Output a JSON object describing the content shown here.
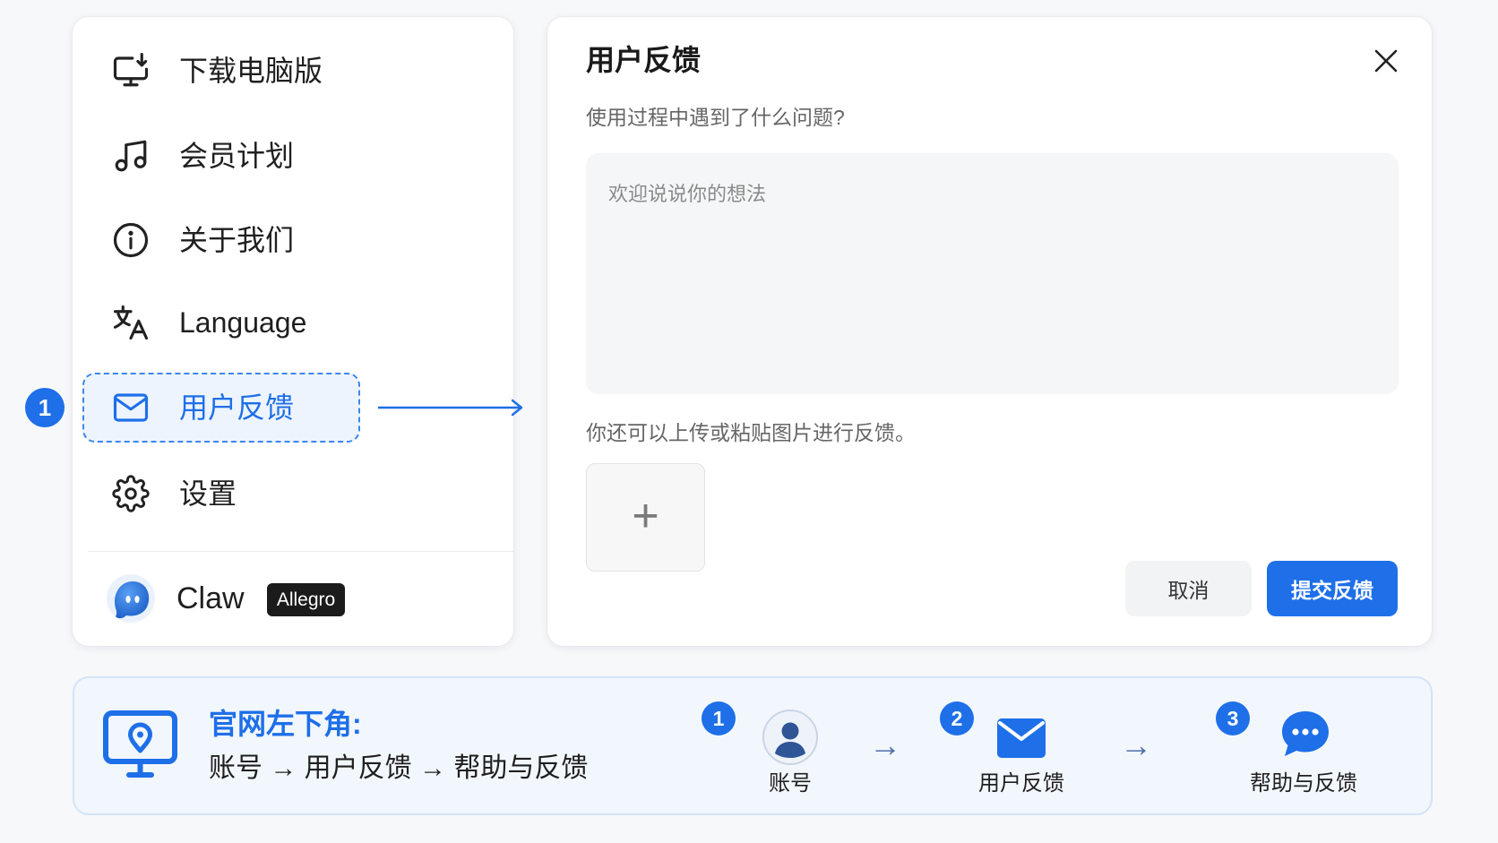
{
  "menu": {
    "items": [
      {
        "label": "下载电脑版",
        "icon": "monitor-download-icon"
      },
      {
        "label": "会员计划",
        "icon": "music-note-icon"
      },
      {
        "label": "关于我们",
        "icon": "info-icon"
      },
      {
        "label": "Language",
        "icon": "translate-icon"
      },
      {
        "label": "用户反馈",
        "icon": "mail-icon",
        "selected": true
      },
      {
        "label": "设置",
        "icon": "gear-icon"
      }
    ],
    "callout_badge": "1",
    "profile": {
      "name": "Claw",
      "tag": "Allegro",
      "avatar_icon": "mascot-avatar-icon"
    }
  },
  "dialog": {
    "title": "用户反馈",
    "question": "使用过程中遇到了什么问题?",
    "textarea_value": "",
    "textarea_placeholder": "欢迎说说你的想法",
    "upload_hint": "你还可以上传或粘贴图片进行反馈。",
    "upload_symbol": "+",
    "cancel_label": "取消",
    "submit_label": "提交反馈",
    "close_icon": "close-icon"
  },
  "guide": {
    "icon": "monitor-location-icon",
    "heading": "官网左下角:",
    "path": "账号 → 用户反馈 → 帮助与反馈",
    "step_arrow": "→",
    "steps": [
      {
        "number": "1",
        "label": "账号",
        "icon": "user-avatar-icon"
      },
      {
        "number": "2",
        "label": "用户反馈",
        "icon": "mail-icon"
      },
      {
        "number": "3",
        "label": "帮助与反馈",
        "icon": "chat-bubble-icon"
      }
    ]
  },
  "colors": {
    "accent": "#1e6fe8",
    "background": "#f7f8fa",
    "banner_bg": "#f2f7fe",
    "tag_bg": "#1b1b1b"
  }
}
